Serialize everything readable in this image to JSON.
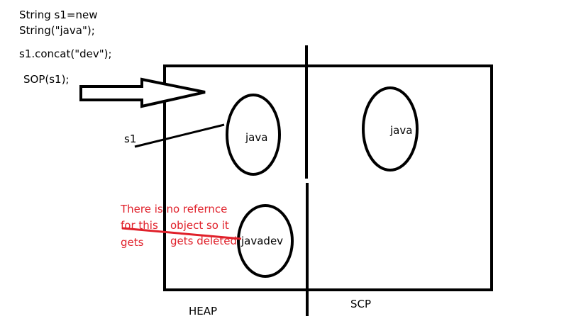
{
  "code": {
    "line1": "String s1=new",
    "line2": "String(\"java\");",
    "line3": "s1.concat(\"dev\");",
    "line4": "SOP(s1);"
  },
  "labels": {
    "s1": "s1",
    "heap_java": "java",
    "scp_java": "java",
    "heap_javadev": "javadev",
    "heap": "HEAP",
    "scp": "SCP"
  },
  "note": {
    "line1": "There is  no refernce",
    "line2a": "for this",
    "line2b": "object so it",
    "line3a": "gets",
    "line3b": "gets deleted"
  },
  "colors": {
    "ink": "#000000",
    "note": "#e0202a"
  }
}
